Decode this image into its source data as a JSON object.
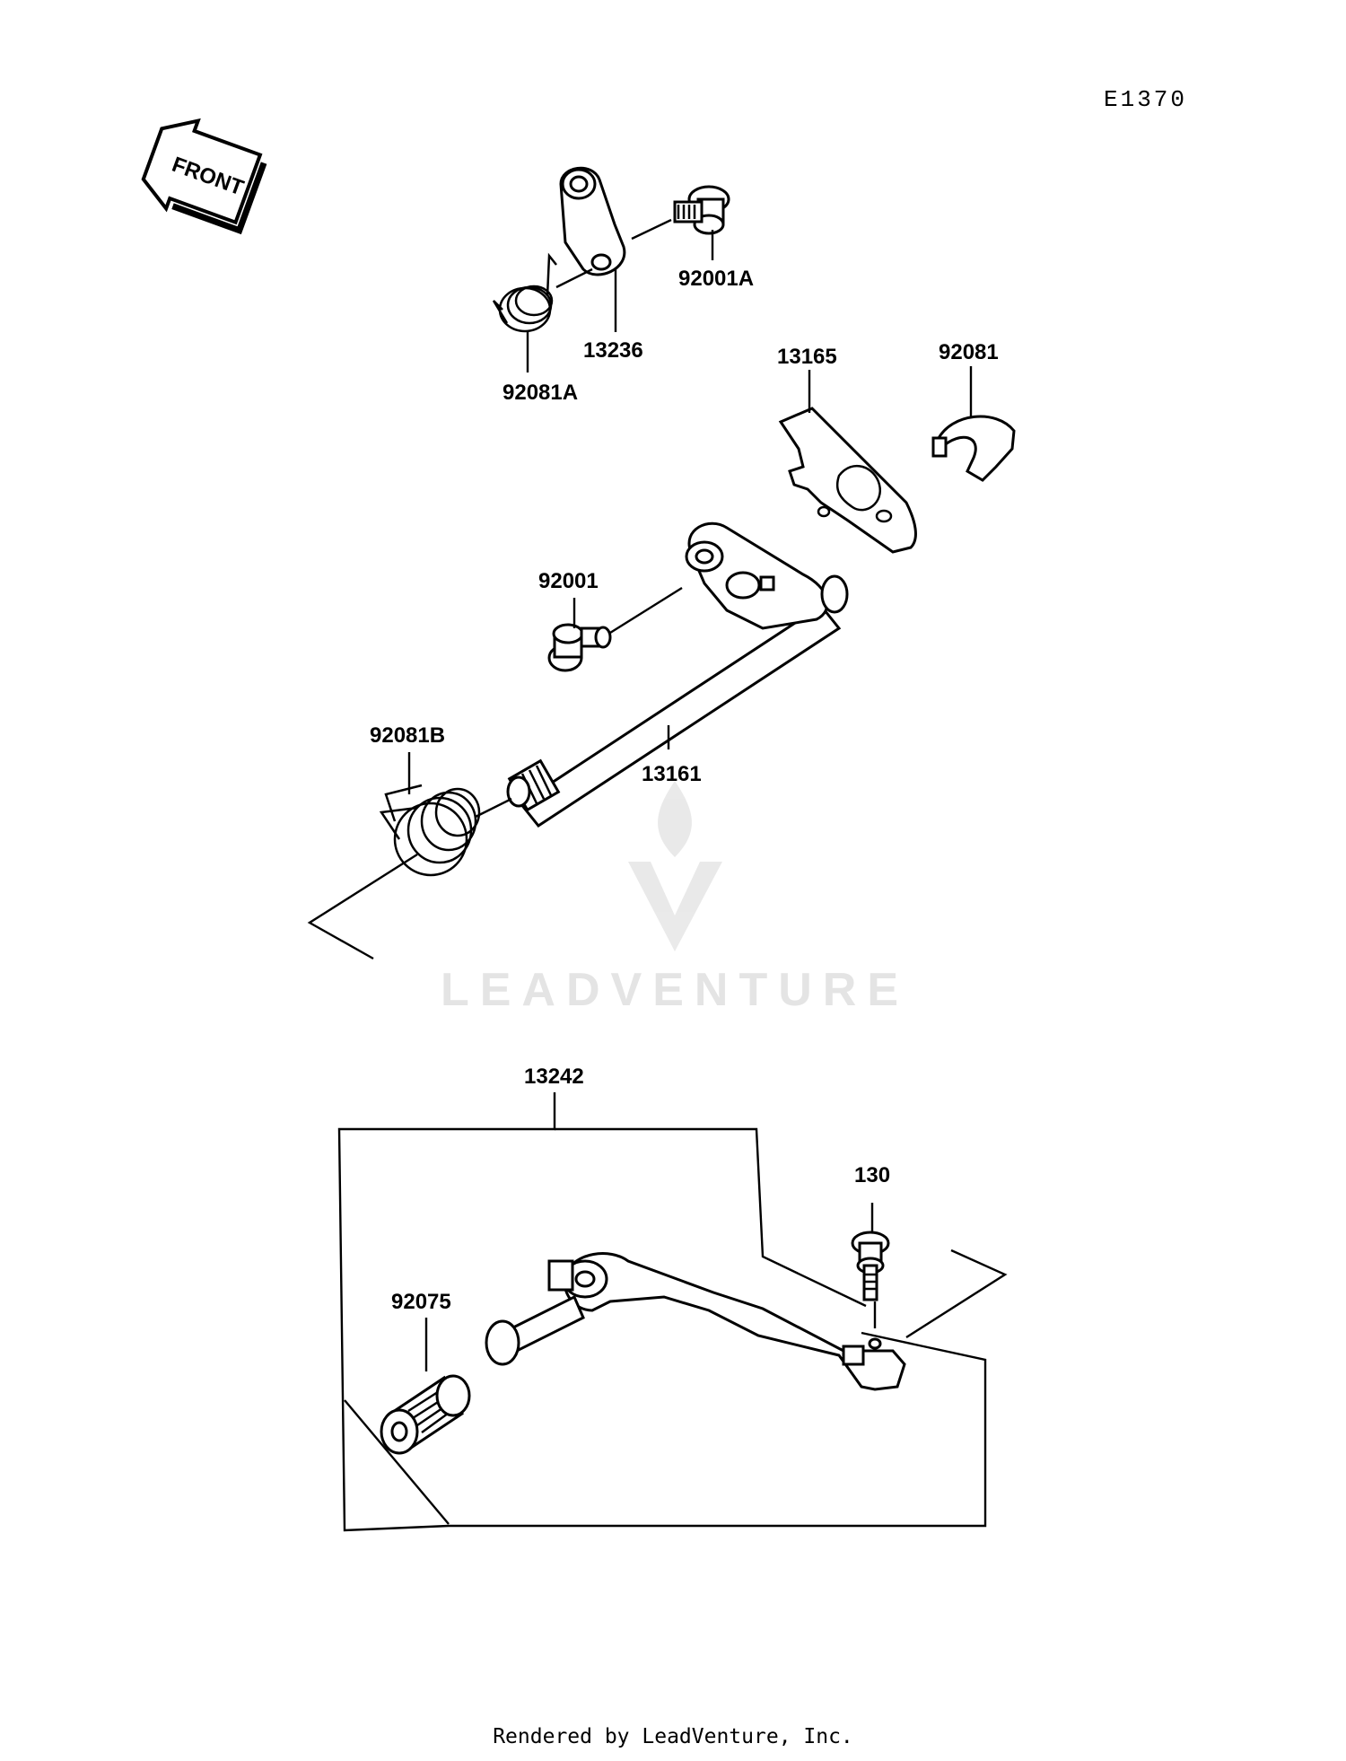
{
  "diagram_code": "E1370",
  "front_label": "FRONT",
  "watermark": "LEADVENTURE",
  "footer": "Rendered by LeadVenture, Inc.",
  "parts": {
    "p92001A": "92001A",
    "p13236": "13236",
    "p92081A": "92081A",
    "p13165": "13165",
    "p92081": "92081",
    "p92001": "92001",
    "p92081B": "92081B",
    "p13161": "13161",
    "p13242": "13242",
    "p130": "130",
    "p92075": "92075"
  }
}
